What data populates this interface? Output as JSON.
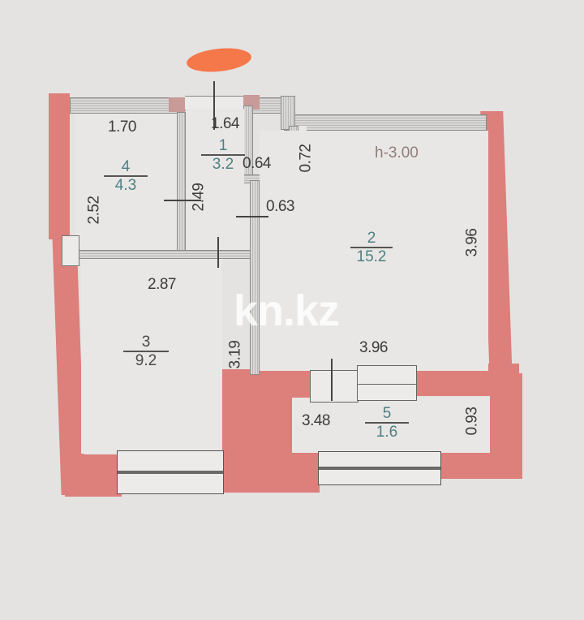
{
  "watermark": "kn.kz",
  "ceiling_height": "h-3.00",
  "colors": {
    "exterior_wall": "#dd7f7b",
    "room_fill": "#e8e7e5",
    "area_text": "#4f7f82",
    "dimension_text": "#3c3c3c",
    "redaction_blob": "#f5784a",
    "background": "#e4e3e1"
  },
  "rooms": [
    {
      "number": "1",
      "area": "3.2"
    },
    {
      "number": "2",
      "area": "15.2"
    },
    {
      "number": "3",
      "area": "9.2"
    },
    {
      "number": "4",
      "area": "4.3"
    },
    {
      "number": "5",
      "area": "1.6"
    }
  ],
  "dimensions": {
    "room4_width": "1.70",
    "room4_height": "2.52",
    "room1_width": "1.64",
    "room1_height": "2.49",
    "room1_notch_width": "0.64",
    "notch_depth": "0.63",
    "corridor_depth": "0.72",
    "room2_height": "3.96",
    "room2_width": "3.96",
    "room3_width": "2.87",
    "room3_height": "3.19",
    "room5_width": "3.48",
    "room5_depth": "0.93"
  }
}
